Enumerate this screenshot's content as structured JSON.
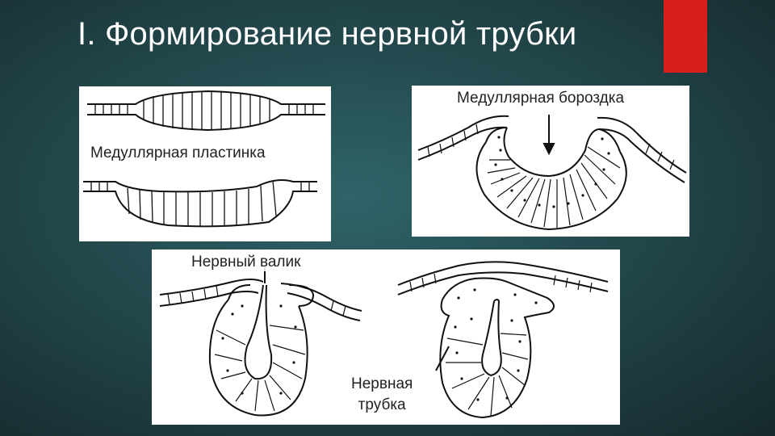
{
  "slide": {
    "title": "I. Формирование нервной трубки",
    "accent_color": "#d8201b"
  },
  "labels": {
    "plate": "Медуллярная пластинка",
    "groove": "Медуллярная бороздка",
    "fold": "Нервный валик",
    "tube_line1": "Нервная",
    "tube_line2": "трубка"
  }
}
